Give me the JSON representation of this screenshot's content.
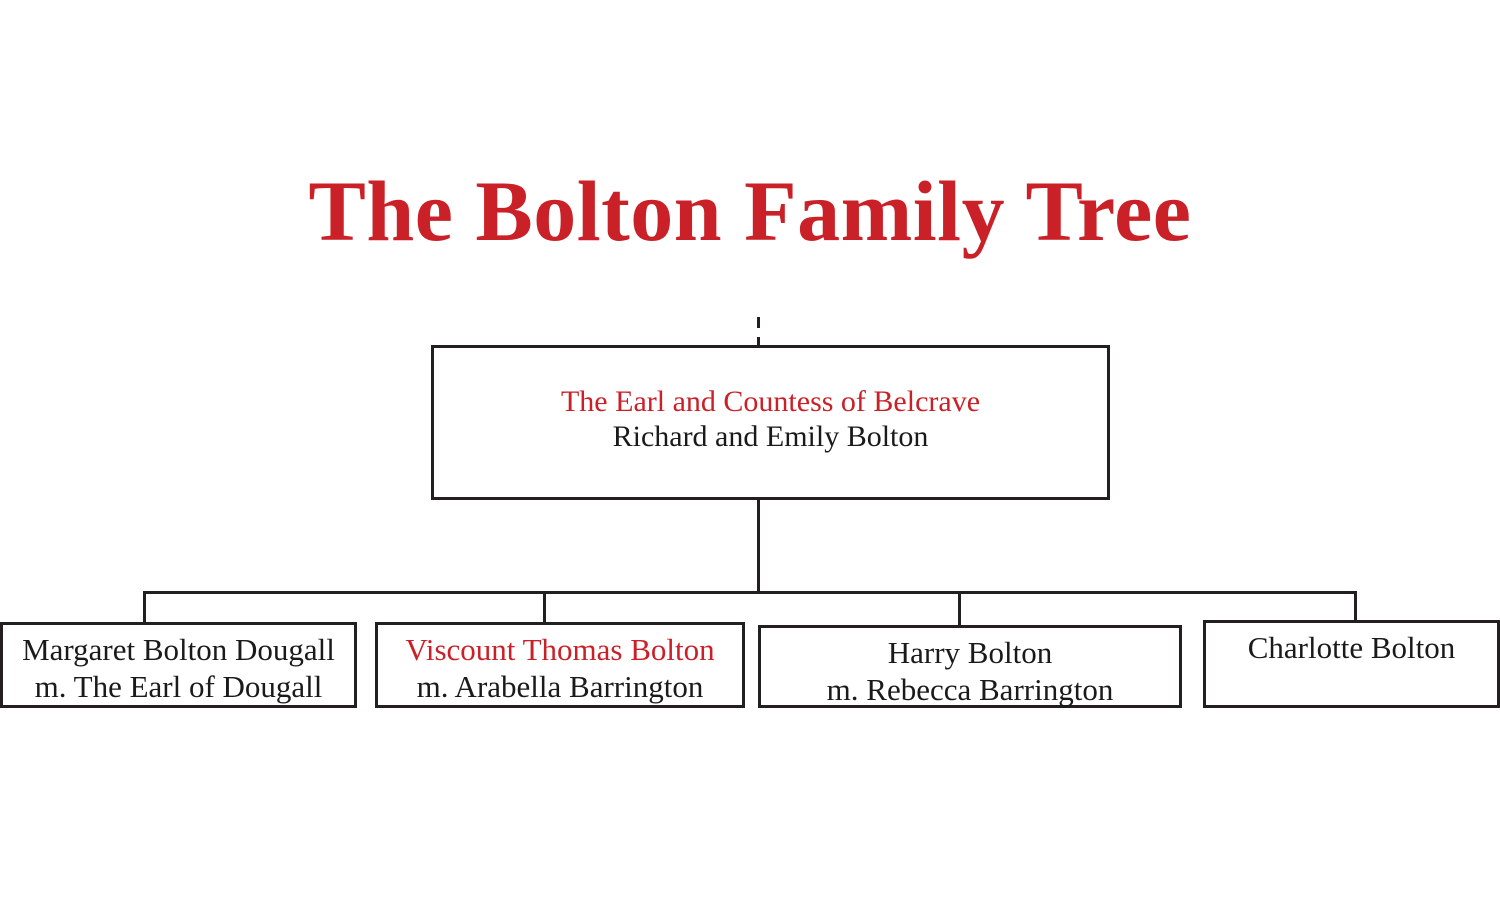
{
  "page": {
    "title": "The Bolton Family Tree",
    "background_color": "#ffffff",
    "accent_color": "#ca2027",
    "text_color": "#1a1a1a",
    "line_color": "#231f20"
  },
  "tree": {
    "root": {
      "title_line": "The Earl and Countess of Belcrave",
      "name_line": "Richard and Emily Bolton",
      "title_color": "#ca2027",
      "name_color": "#1a1a1a"
    },
    "children": [
      {
        "line1": "Margaret Bolton Dougall",
        "line2": "m. The Earl of Dougall",
        "line1_color": "#1a1a1a",
        "line2_color": "#1a1a1a"
      },
      {
        "line1": "Viscount Thomas Bolton",
        "line2": "m. Arabella Barrington",
        "line1_color": "#ca2027",
        "line2_color": "#1a1a1a"
      },
      {
        "line1": "Harry Bolton",
        "line2": "m. Rebecca Barrington",
        "line1_color": "#1a1a1a",
        "line2_color": "#1a1a1a"
      },
      {
        "line1": "Charlotte Bolton",
        "line2": "",
        "line1_color": "#1a1a1a",
        "line2_color": "#1a1a1a"
      }
    ]
  },
  "connectors": {
    "ancestor_link": "dashed-vertical-line",
    "root_to_siblings": "solid-vertical-stem",
    "sibling_bar": "solid-horizontal-bar",
    "child_drops": [
      "drop-line-1",
      "drop-line-2",
      "drop-line-3",
      "drop-line-4"
    ]
  }
}
